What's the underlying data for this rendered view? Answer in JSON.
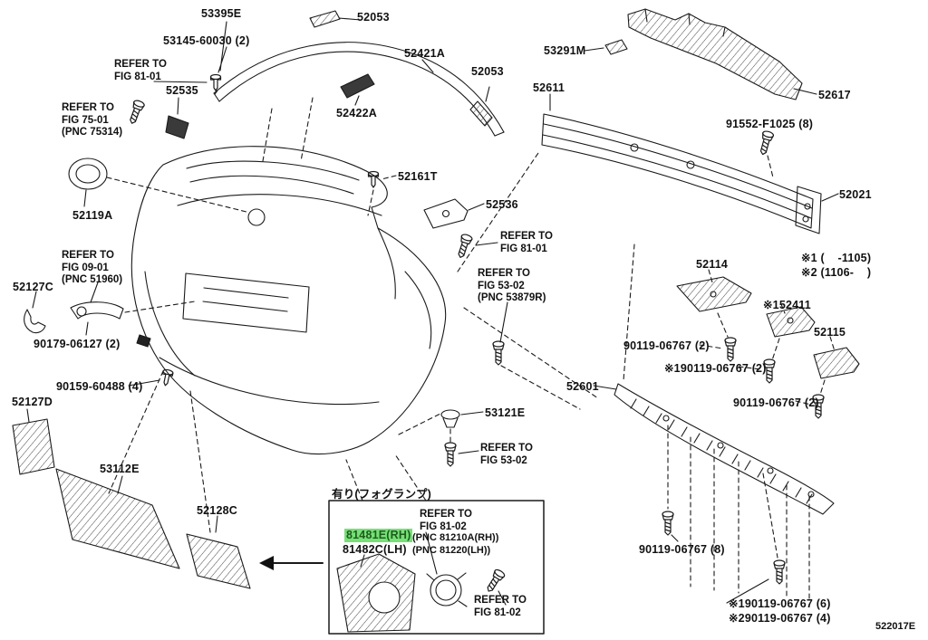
{
  "diagram": {
    "code": "522017E",
    "notes": {
      "variant1": "※1 (    -1105)",
      "variant2": "※2 (1106-    )",
      "fog": "有り(フォグランプ)"
    }
  },
  "labels": {
    "l_53395E": "53395E",
    "l_53145_60030": "53145-60030 (2)",
    "l_52053_a": "52053",
    "l_52421A": "52421A",
    "l_52053_b": "52053",
    "l_53291M": "53291M",
    "l_52611": "52611",
    "l_52617": "52617",
    "ref_8101_a": "REFER TO\nFIG 81-01",
    "l_52535": "52535",
    "ref_7501": "REFER TO\nFIG 75-01\n(PNC 75314)",
    "l_52422A": "52422A",
    "l_91552": "91552-F1025 (8)",
    "l_52161T": "52161T",
    "l_52536": "52536",
    "l_52021": "52021",
    "l_52119A": "52119A",
    "ref_8101_b": "REFER TO\nFIG 81-01",
    "l_52114": "52114",
    "ref_0901": "REFER TO\nFIG 09-01\n(PNC 51960)",
    "ref_5302_a": "REFER TO\nFIG 53-02\n(PNC 53879R)",
    "l_52411": "※152411",
    "l_52127C": "52127C",
    "l_52115": "52115",
    "l_90119_a": "90119-06767 (2)",
    "l_90179": "90179-06127 (2)",
    "l_90119_b": "※190119-06767 (2)",
    "l_52601": "52601",
    "l_90119_c": "90119-06767 (2)",
    "l_90159": "90159-60488 (4)",
    "l_53121E": "53121E",
    "l_52127D": "52127D",
    "ref_5302_b": "REFER TO\nFIG 53-02",
    "l_53112E": "53112E",
    "l_52128C": "52128C",
    "l_81481E": "81481E(RH)",
    "l_81482C": "81482C(LH)",
    "ref_8102_a": "REFER TO\nFIG 81-02",
    "l_pnc81210": "(PNC 81210A(RH))",
    "l_pnc81220": "(PNC 81220(LH))",
    "l_90119_d": "90119-06767 (8)",
    "ref_8102_b": "REFER TO\nFIG 81-02",
    "l_90119_e": "※190119-06767 (6)",
    "l_90119_f": "※290119-06767 (4)"
  }
}
